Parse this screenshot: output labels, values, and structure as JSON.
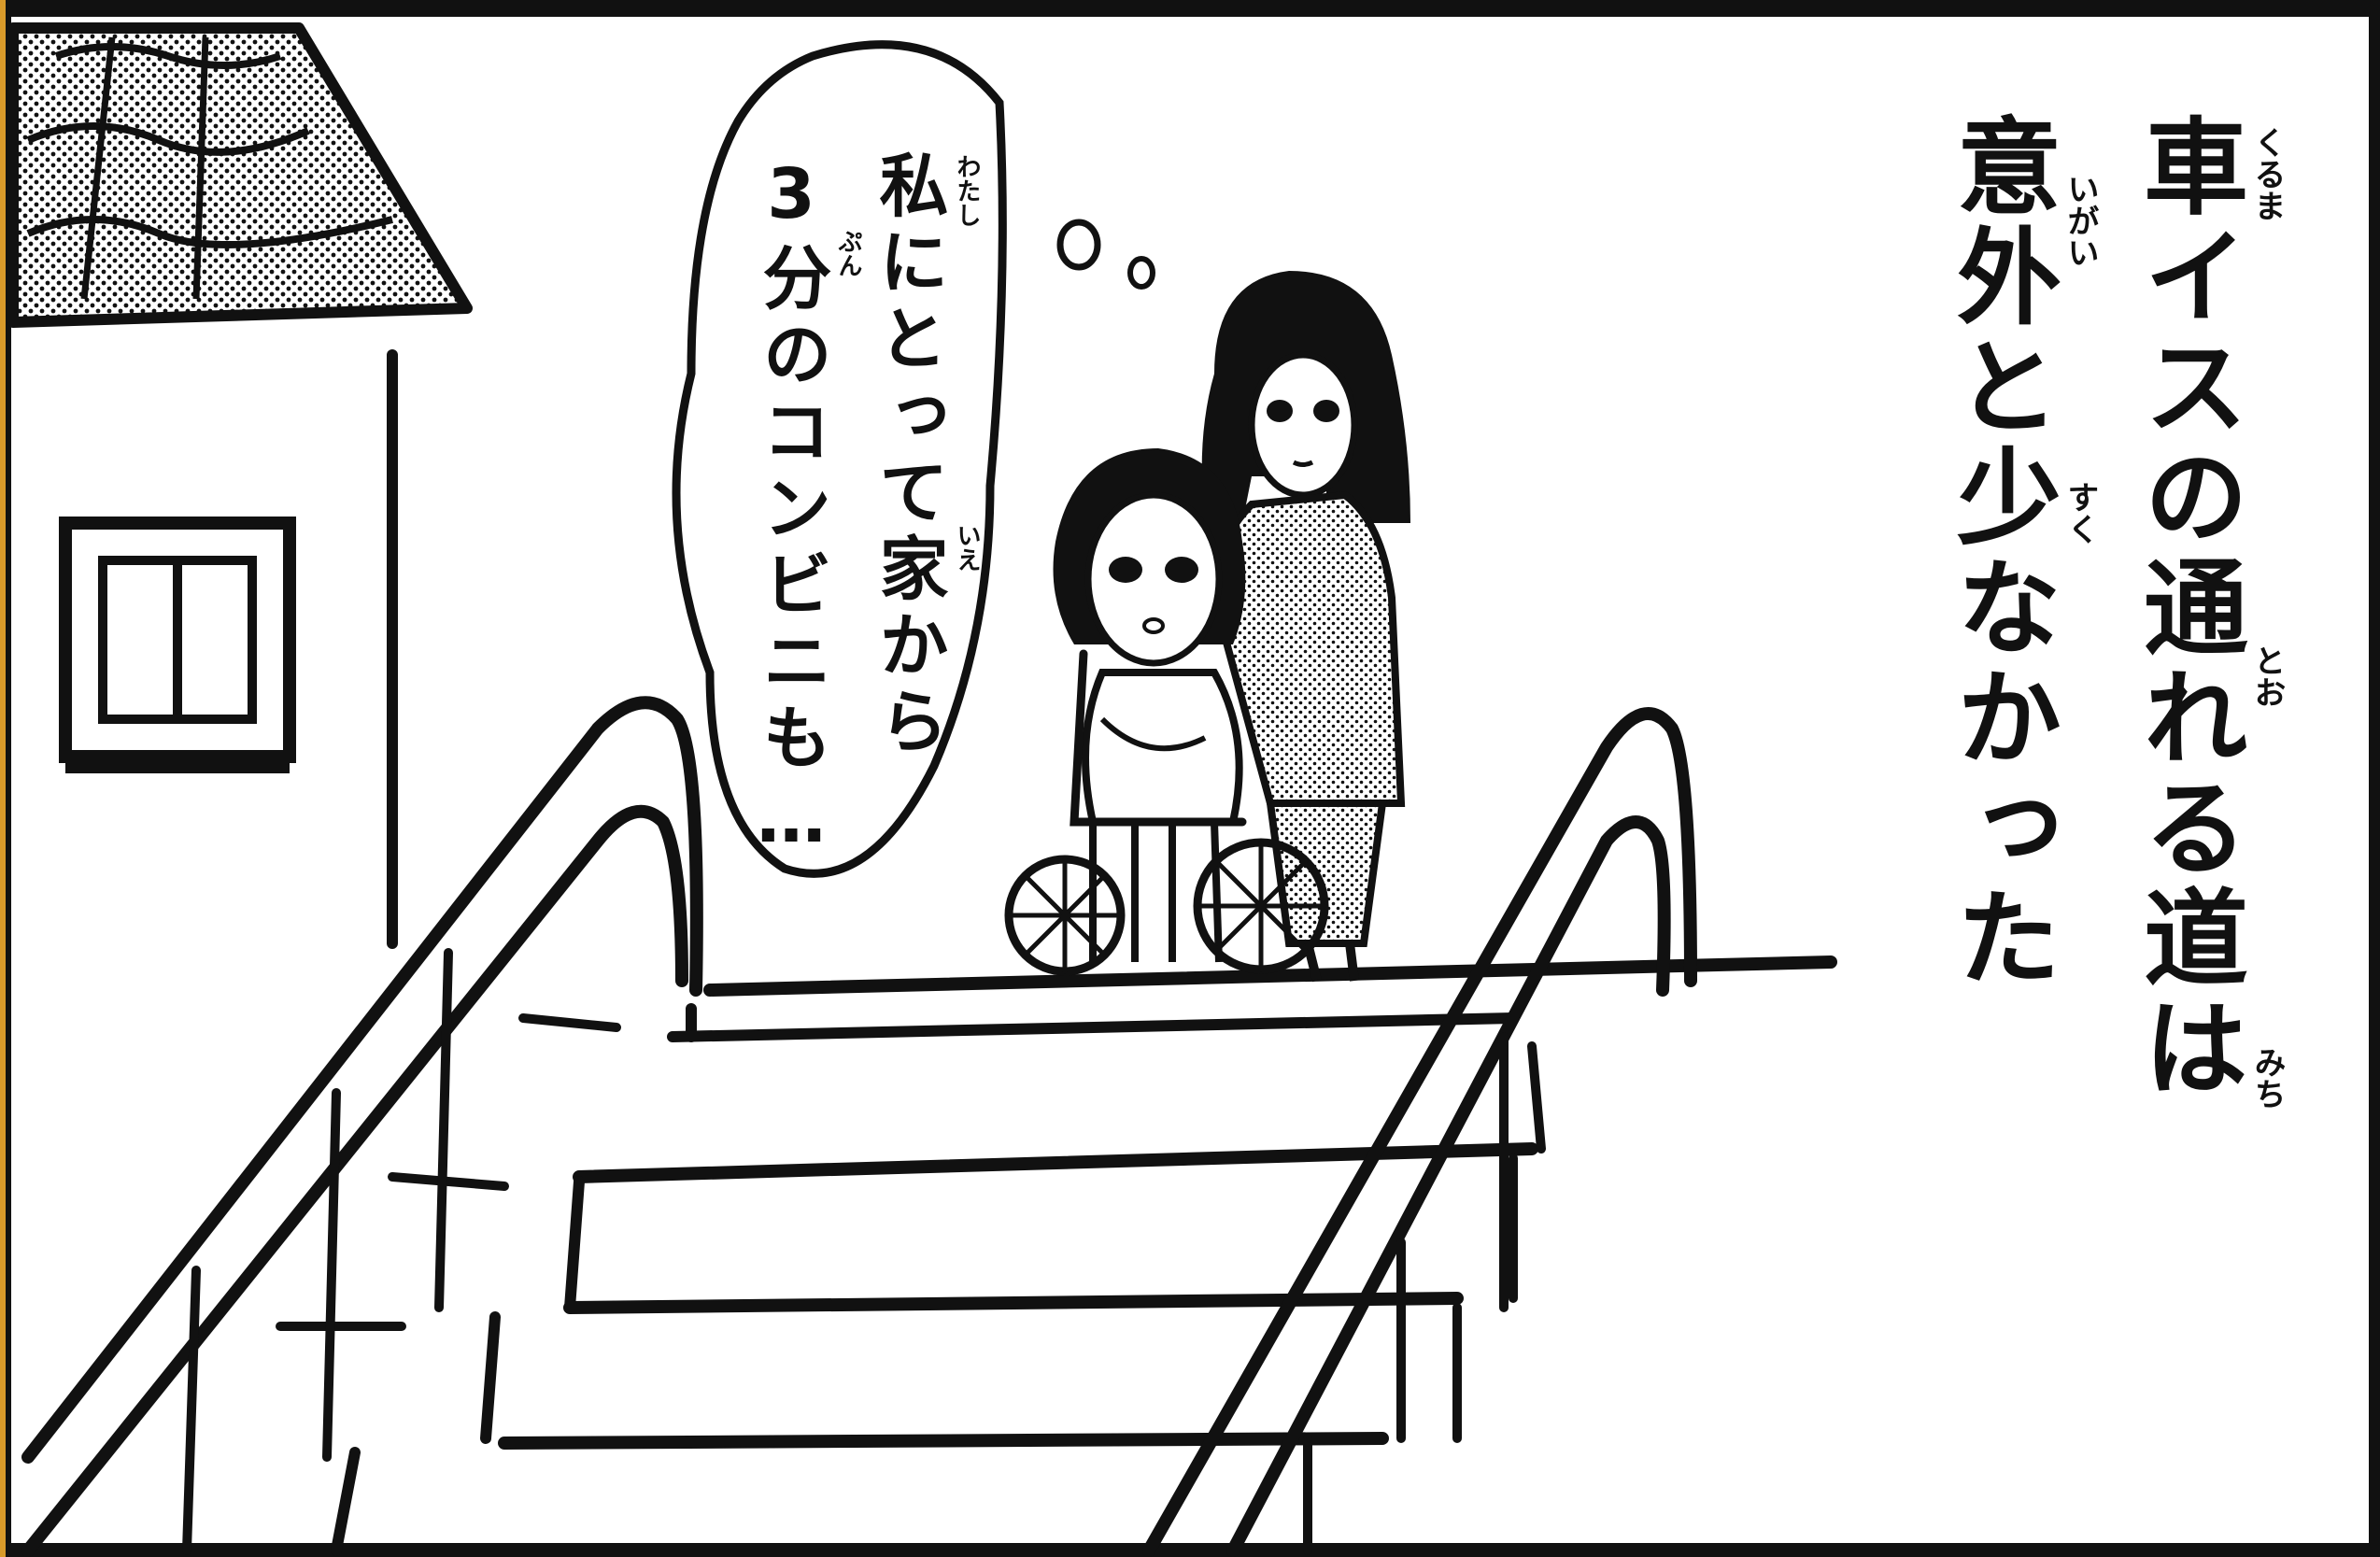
{
  "caption": {
    "line1": "車イスの通れる道は",
    "line2": "意外と少なかった",
    "ruby_kuruma": "くるま",
    "ruby_too": "とお",
    "ruby_michi": "みち",
    "ruby_igai": "いがい",
    "ruby_suku": "すく"
  },
  "thought_bubble": {
    "line1": "私にとって家から",
    "line2": "3分のコンビニも…",
    "ruby_watashi": "わたし",
    "ruby_ie": "いえ",
    "ruby_pun": "ぷん"
  },
  "icons": {
    "house": "house-illustration",
    "stairs": "stairs-illustration",
    "wheelchair": "wheelchair-icon"
  },
  "colors": {
    "ink": "#111111",
    "paper": "#ffffff",
    "border_accent": "#d89a2a"
  }
}
